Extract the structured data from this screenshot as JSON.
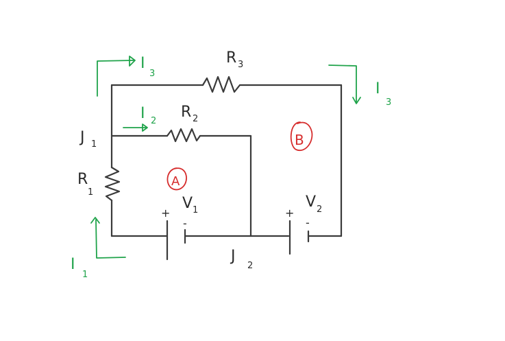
{
  "colors": {
    "wire": "#3a3a3a",
    "current": "#1fa34a",
    "loop": "#d62c2c",
    "text": "#2a2a2a"
  },
  "labels": {
    "r3": {
      "main": "R",
      "sub": "3"
    },
    "r2": {
      "main": "R",
      "sub": "2"
    },
    "r1": {
      "main": "R",
      "sub": "1"
    },
    "v1": {
      "main": "V",
      "sub": "1"
    },
    "v2": {
      "main": "V",
      "sub": "2"
    },
    "j1": {
      "main": "J",
      "sub": "1"
    },
    "j2": {
      "main": "J",
      "sub": "2"
    },
    "i1": {
      "main": "I",
      "sub": "1"
    },
    "i2": {
      "main": "I",
      "sub": "2"
    },
    "i3_top": {
      "main": "I",
      "sub": "3"
    },
    "i3_right": {
      "main": "I",
      "sub": "3"
    },
    "loop_a": "A",
    "loop_b": "B",
    "v1_plus": "+",
    "v1_minus": "-",
    "v2_plus": "+",
    "v2_minus": "-"
  },
  "icons": {
    "loop_a": "circled-letter-icon",
    "loop_b": "circled-letter-icon",
    "current_arrow": "arrow-icon"
  }
}
